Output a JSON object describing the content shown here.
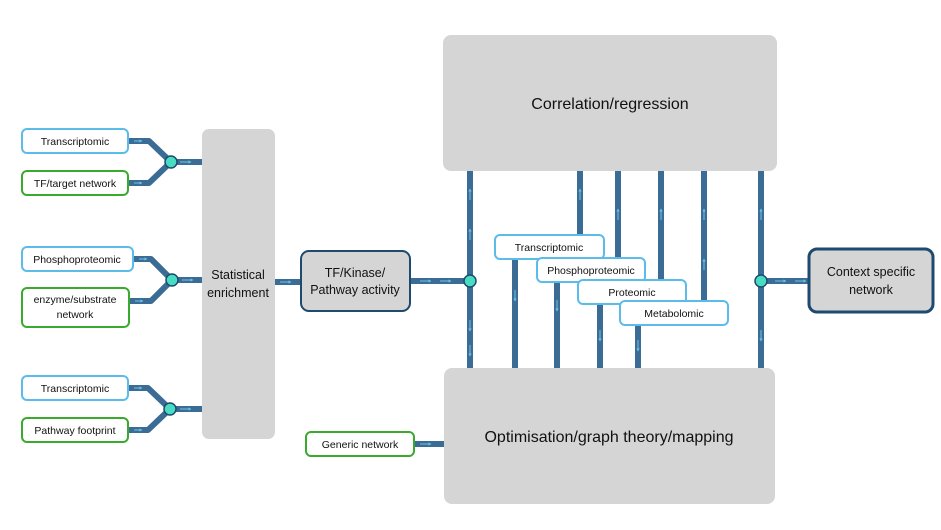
{
  "colors": {
    "connector": "#3a6c96",
    "node_fill": "#48dcc2",
    "blue_border": "#5bbcec",
    "green_border": "#3aaa2f",
    "dark_border": "#1d4a6e",
    "grey_fill": "#d5d5d5",
    "arrow": "#6fc3e6"
  },
  "inputs": {
    "transcriptomic_1": "Transcriptomic",
    "tf_target_network": "TF/target network",
    "phosphoproteomic": "Phosphoproteomic",
    "enzyme_substrate_line1": "enzyme/substrate",
    "enzyme_substrate_line2": "network",
    "transcriptomic_2": "Transcriptomic",
    "pathway_footprint": "Pathway footprint"
  },
  "statistical_enrichment": {
    "line1": "Statistical",
    "line2": "enrichment"
  },
  "tf_kinase": {
    "line1": "TF/Kinase/",
    "line2": "Pathway activity"
  },
  "correlation": "Correlation/regression",
  "optimisation": "Optimisation/graph theory/mapping",
  "generic_network": "Generic network",
  "omics": {
    "transcriptomic": "Transcriptomic",
    "phosphoproteomic": "Phosphoproteomic",
    "proteomic": "Proteomic",
    "metabolomic": "Metabolomic"
  },
  "output": {
    "line1": "Context specific",
    "line2": "network"
  }
}
